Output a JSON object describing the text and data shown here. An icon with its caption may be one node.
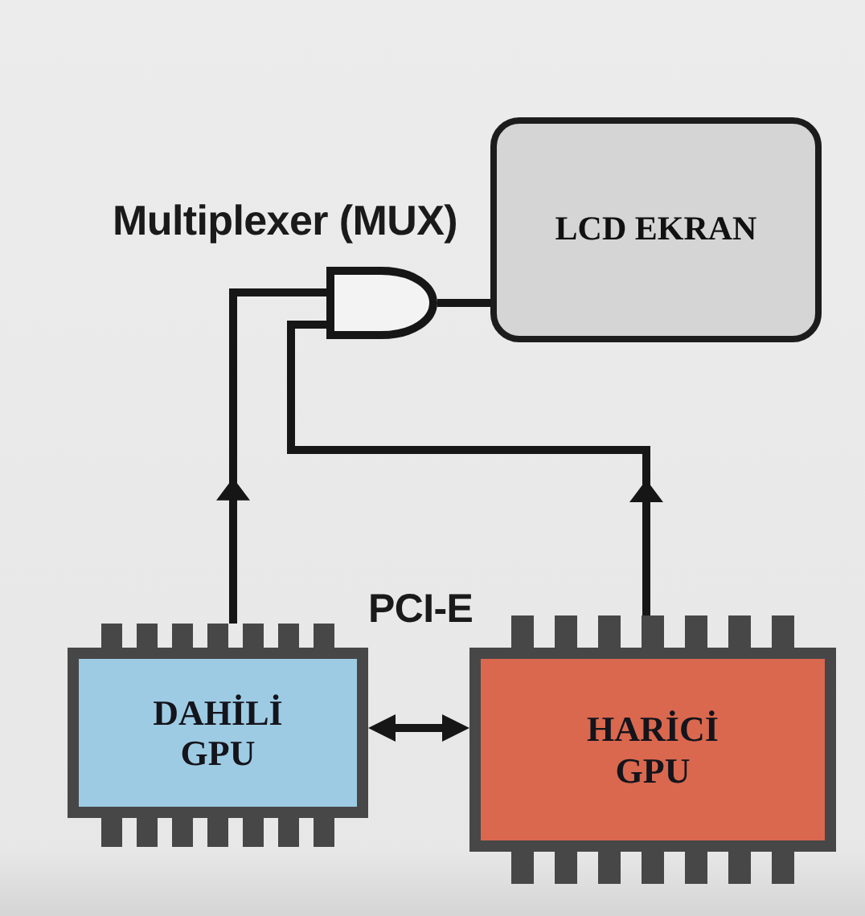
{
  "diagram": {
    "nodes": [
      {
        "text": [
          "LCD EKRAN"
        ]
      },
      {
        "text": [
          "Multiplexer (MUX)"
        ]
      },
      {
        "text": [
          "DAHİLİ GPU"
        ]
      },
      {
        "text": [
          "HARİCİ GPU"
        ]
      }
    ],
    "edges": [
      {
        "from": 2,
        "to": 1,
        "arrow": "to"
      },
      {
        "from": 3,
        "to": 1,
        "arrow": "to"
      },
      {
        "from": 1,
        "to": 0,
        "arrow": "none"
      },
      {
        "from": 2,
        "to": 3,
        "arrow": "both"
      }
    ],
    "labels": [
      "PCI-E"
    ]
  }
}
